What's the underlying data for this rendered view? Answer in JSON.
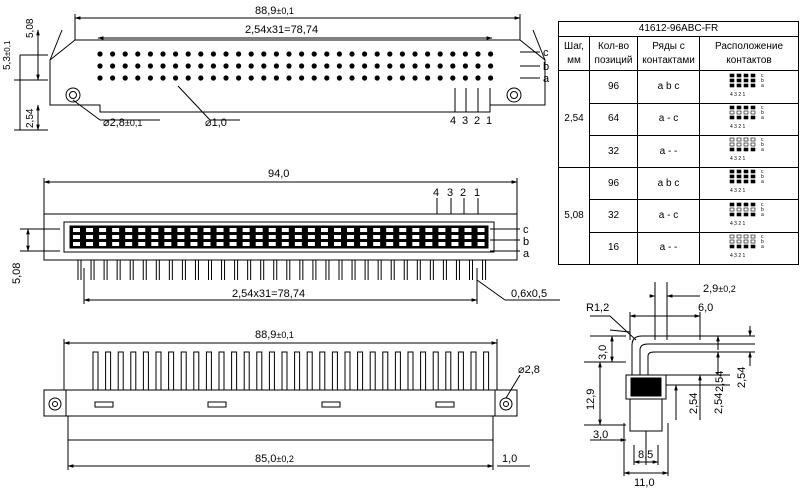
{
  "top_view": {
    "overall_width": "88,9",
    "overall_width_tol": "±0,1",
    "pitch_row": "2,54x31=78,74",
    "height_left": "5,3",
    "height_left_tol": "±0,1",
    "row_height": "5,08",
    "bottom_gap": "2,54",
    "hole_dia": "2,8",
    "hole_dia_tol": "±0,1",
    "pin_dia": "1,0",
    "row_labels": [
      "c",
      "b",
      "a"
    ],
    "pin_numbers": [
      "4",
      "3",
      "2",
      "1"
    ]
  },
  "front_view": {
    "overall_width": "94,0",
    "pitch_row": "2,54x31=78,74",
    "height": "5,08",
    "pin_size": "0,6x0,5",
    "row_labels": [
      "c",
      "b",
      "a"
    ],
    "pin_numbers": [
      "4",
      "3",
      "2",
      "1"
    ]
  },
  "bottom_view": {
    "overall_width": "88,9",
    "overall_width_tol": "±0,1",
    "hole_dia": "2,8",
    "inner_width": "85,0",
    "inner_width_tol": "±0,2",
    "edge_gap": "1,0"
  },
  "side_view": {
    "top_dim": "2,9",
    "top_dim_tol": "±0,2",
    "width_top": "6,0",
    "radius": "R1,2",
    "height_3": "3,0",
    "height_total": "12,9",
    "left_3": "3,0",
    "dim_254_a": "2,54",
    "dim_254_b": "2,54",
    "dim_254_c": "2,54",
    "dim_254_d": "2,54",
    "base_85": "8,5",
    "base_110": "11,0"
  },
  "spec_table": {
    "title": "41612-96ABC-FR",
    "headers": {
      "pitch": [
        "Шаг,",
        "мм"
      ],
      "positions": [
        "Кол-во",
        "позиций"
      ],
      "rows": [
        "Ряды с",
        "контактами"
      ],
      "layout": [
        "Расположение",
        "контактов"
      ]
    },
    "groups": [
      {
        "pitch": "2,54",
        "rows": [
          {
            "positions": "96",
            "rows": "a b c",
            "filled": [
              true,
              true,
              true
            ]
          },
          {
            "positions": "64",
            "rows": "a - c",
            "filled": [
              true,
              false,
              true
            ]
          },
          {
            "positions": "32",
            "rows": "a - -",
            "filled": [
              true,
              false,
              false
            ]
          }
        ]
      },
      {
        "pitch": "5,08",
        "rows": [
          {
            "positions": "96",
            "rows": "a b c",
            "filled": [
              true,
              true,
              true
            ]
          },
          {
            "positions": "32",
            "rows": "a - c",
            "filled": [
              true,
              false,
              true
            ]
          },
          {
            "positions": "16",
            "rows": "a - -",
            "filled": [
              true,
              false,
              false
            ]
          }
        ]
      }
    ],
    "mini_row_labels": [
      "c",
      "b",
      "a"
    ],
    "mini_pin_numbers": "4 3 2 1"
  }
}
